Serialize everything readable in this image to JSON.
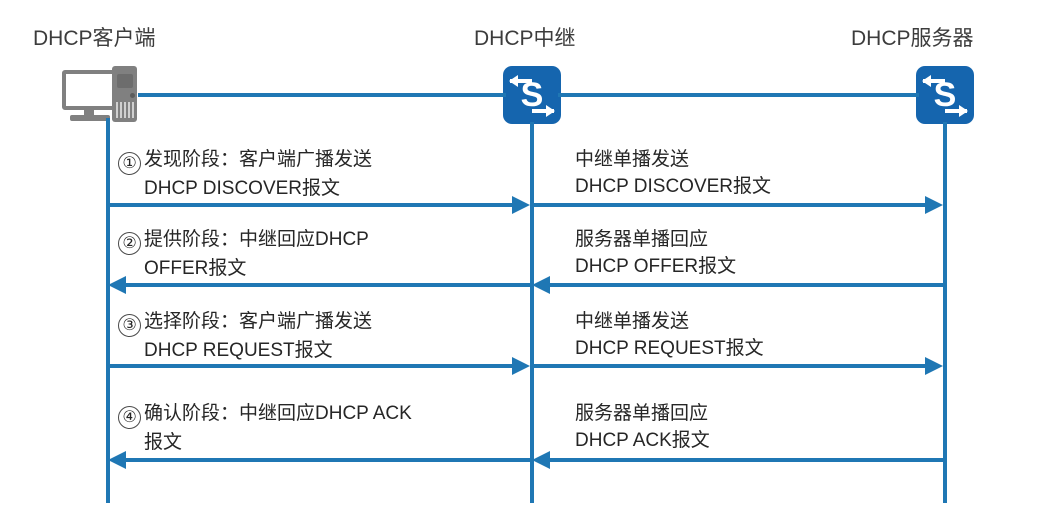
{
  "diagram": {
    "title_client": "DHCP客户端",
    "title_relay": "DHCP中继",
    "title_server": "DHCP服务器",
    "switch_glyph": "S",
    "accent_color": "#1f77b4",
    "switch_color": "#1565ae",
    "device_color": "#808080",
    "text_color": "#262626"
  },
  "messages": [
    {
      "number": "①",
      "left": {
        "line1": "发现阶段：客户端广播发送",
        "line2": "DHCP DISCOVER报文",
        "direction": "right"
      },
      "right": {
        "line1": "中继单播发送",
        "line2": "DHCP DISCOVER报文",
        "direction": "right"
      }
    },
    {
      "number": "②",
      "left": {
        "line1": "提供阶段：中继回应DHCP",
        "line2": "OFFER报文",
        "direction": "left"
      },
      "right": {
        "line1": "服务器单播回应",
        "line2": "DHCP OFFER报文",
        "direction": "left"
      }
    },
    {
      "number": "③",
      "left": {
        "line1": "选择阶段：客户端广播发送",
        "line2": "DHCP REQUEST报文",
        "direction": "right"
      },
      "right": {
        "line1": "中继单播发送",
        "line2": "DHCP REQUEST报文",
        "direction": "right"
      }
    },
    {
      "number": "④",
      "left": {
        "line1": "确认阶段：中继回应DHCP ACK",
        "line2": "报文",
        "direction": "left"
      },
      "right": {
        "line1": "服务器单播回应",
        "line2": "DHCP ACK报文",
        "direction": "left"
      }
    }
  ]
}
